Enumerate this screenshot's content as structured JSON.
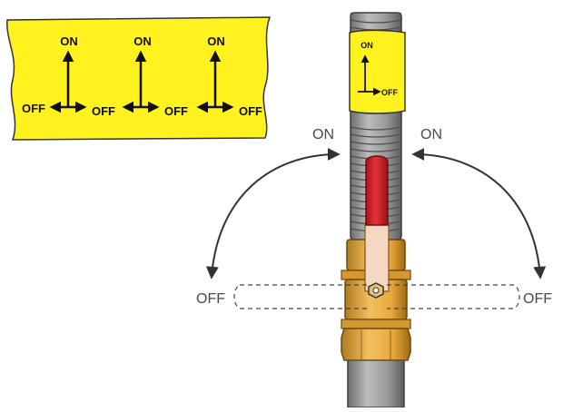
{
  "label_panel": {
    "fill": "#fff21e",
    "symbols": [
      {
        "top": "ON",
        "left": "OFF",
        "right": "OFF"
      },
      {
        "top": "ON",
        "left": "OFF",
        "right": "OFF"
      },
      {
        "top": "ON",
        "left": "OFF",
        "right": "OFF"
      }
    ]
  },
  "valve_tag": {
    "fill": "#fff21e",
    "top_label": "ON",
    "right_label": "OFF"
  },
  "handle_positions": {
    "left_on": "ON",
    "right_on": "ON",
    "left_off": "OFF",
    "right_off": "OFF"
  },
  "colors": {
    "handle": "#d61f26",
    "brass": "#e8a83a",
    "hose": "#9a9a9a",
    "arrow": "#333333"
  }
}
